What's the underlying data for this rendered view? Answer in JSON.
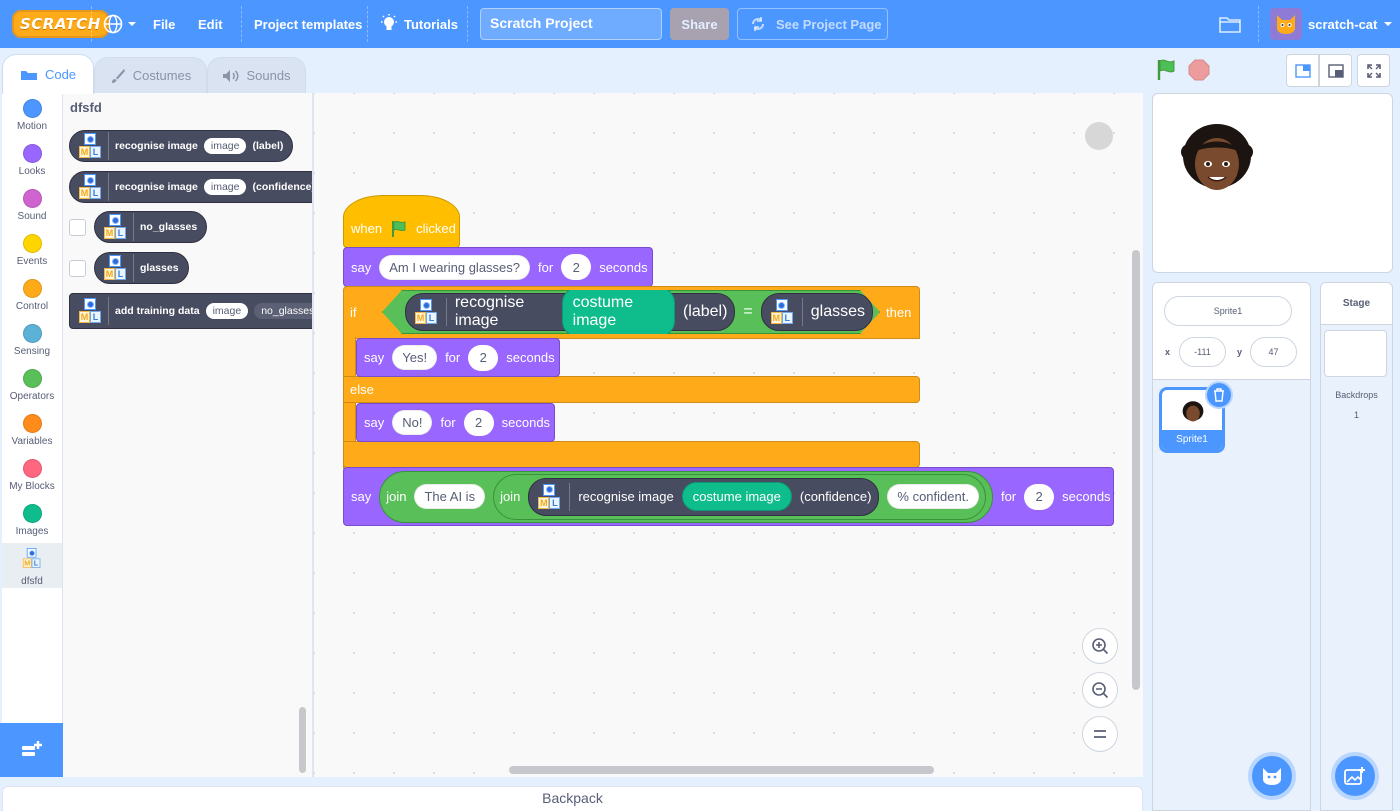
{
  "menu": {
    "logo": "SCRATCH",
    "file": "File",
    "edit": "Edit",
    "project_templates": "Project templates",
    "tutorials": "Tutorials",
    "project_title": "Scratch Project",
    "share": "Share",
    "see_project_page": "See Project Page",
    "username": "scratch-cat"
  },
  "tabs": {
    "code": "Code",
    "costumes": "Costumes",
    "sounds": "Sounds"
  },
  "categories": [
    {
      "label": "Motion",
      "color": "#4c97ff"
    },
    {
      "label": "Looks",
      "color": "#9966ff"
    },
    {
      "label": "Sound",
      "color": "#cf63cf"
    },
    {
      "label": "Events",
      "color": "#ffd500"
    },
    {
      "label": "Control",
      "color": "#ffab19"
    },
    {
      "label": "Sensing",
      "color": "#5cb1d6"
    },
    {
      "label": "Operators",
      "color": "#59c059"
    },
    {
      "label": "Variables",
      "color": "#ff8c1a"
    },
    {
      "label": "My Blocks",
      "color": "#ff6680"
    },
    {
      "label": "Images",
      "color": "#0fbd8c"
    },
    {
      "label": "dfsfd",
      "color": ""
    }
  ],
  "flyout": {
    "title": "dfsfd",
    "b1": {
      "text": "recognise image",
      "arg": "image",
      "tail": "(label)"
    },
    "b2": {
      "text": "recognise image",
      "arg": "image",
      "tail": "(confidence)"
    },
    "b3": "no_glasses",
    "b4": "glasses",
    "b5": {
      "text": "add training data",
      "arg": "image",
      "arg2": "no_glasses"
    }
  },
  "script": {
    "hat": {
      "when": "when",
      "clicked": "clicked"
    },
    "say1": {
      "say": "say",
      "text": "Am I wearing glasses?",
      "for": "for",
      "secs": "2",
      "seconds": "seconds"
    },
    "if": {
      "if": "if",
      "then": "then",
      "recognise": "recognise image",
      "arg": "costume image",
      "tail": "(label)",
      "eq": "=",
      "value": "glasses"
    },
    "say2": {
      "say": "say",
      "text": "Yes!",
      "for": "for",
      "secs": "2",
      "seconds": "seconds"
    },
    "else": "else",
    "say3": {
      "say": "say",
      "text": "No!",
      "for": "for",
      "secs": "2",
      "seconds": "seconds"
    },
    "say4": {
      "say": "say",
      "join": "join",
      "text1": "The AI is",
      "join2": "join",
      "recognise": "recognise image",
      "arg": "costume image",
      "tail": "(confidence)",
      "text2": "% confident.",
      "for": "for",
      "secs": "2",
      "seconds": "seconds"
    }
  },
  "backpack": "Backpack",
  "sprite": {
    "name": "Sprite1",
    "x_label": "x",
    "x": "-111",
    "y_label": "y",
    "y": "47",
    "tile_name": "Sprite1"
  },
  "stage_panel": {
    "title": "Stage",
    "backdrops_label": "Backdrops",
    "backdrops_count": "1"
  }
}
